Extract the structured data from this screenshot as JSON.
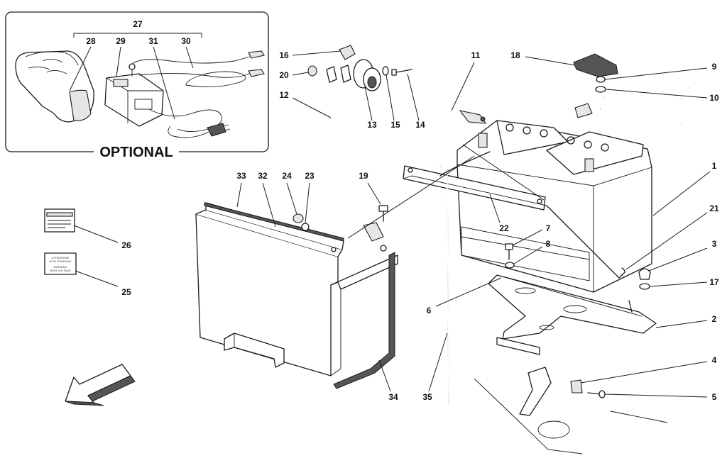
{
  "optional_panel": {
    "title": "OPTIONAL",
    "group_callout": "27"
  },
  "callouts": {
    "c1": "1",
    "c2": "2",
    "c3": "3",
    "c4": "4",
    "c5": "5",
    "c6": "6",
    "c7": "7",
    "c8": "8",
    "c9": "9",
    "c10": "10",
    "c11": "11",
    "c12": "12",
    "c13": "13",
    "c14": "14",
    "c15": "15",
    "c16": "16",
    "c17": "17",
    "c18": "18",
    "c19": "19",
    "c20": "20",
    "c21": "21",
    "c22": "22",
    "c23": "23",
    "c24": "24",
    "c25": "25",
    "c26": "26",
    "c28": "28",
    "c29": "29",
    "c30": "30",
    "c31": "31",
    "c32": "32",
    "c33": "33",
    "c34": "34",
    "c35": "35"
  },
  "warning_label": {
    "line1": "ATTENZIONE",
    "line2": "ALTA TENSIONE",
    "line3": "WARNING",
    "line4": "HIGH VOLTAGE"
  },
  "icons": {
    "direction_arrow": "front-direction-arrow-icon"
  },
  "colors": {
    "line": "#1a1a1a",
    "background": "#ffffff"
  }
}
